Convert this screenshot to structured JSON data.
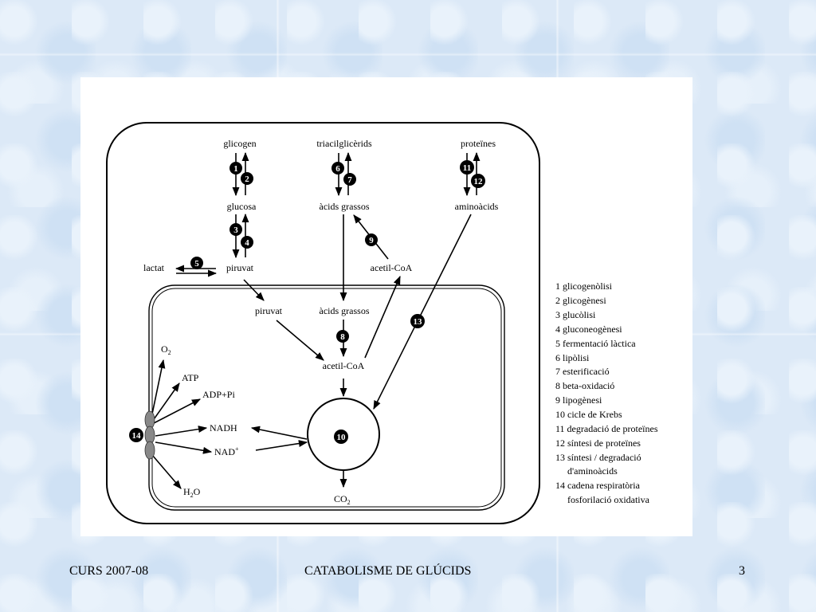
{
  "footer": {
    "left": "CURS 2007-08",
    "center": "CATABOLISME DE GLÚCIDS",
    "page": "3"
  },
  "diagram": {
    "labels": {
      "glicogen": "glicogen",
      "triacilglicerids": "triacilglicèrids",
      "proteines": "proteïnes",
      "glucosa": "glucosa",
      "acids_grassos_top": "àcids grassos",
      "aminoacids": "aminoàcids",
      "lactat": "lactat",
      "piruvat_top": "piruvat",
      "acetil_coa_top": "acetil-CoA",
      "piruvat_mito": "piruvat",
      "acids_grassos_mito": "àcids grassos",
      "acetil_coa_mito": "acetil-CoA",
      "o2": "O",
      "o2_sub": "2",
      "atp": "ATP",
      "adp_pi": "ADP+Pi",
      "nadh": "NADH",
      "nad": "NAD",
      "nad_sup": "+",
      "h2o_h": "H",
      "h2o_sub": "2",
      "h2o_o": "O",
      "co2": "CO",
      "co2_sub": "2"
    },
    "steps": [
      "1",
      "2",
      "3",
      "4",
      "5",
      "6",
      "7",
      "8",
      "9",
      "10",
      "11",
      "12",
      "13",
      "14"
    ],
    "legend": [
      "1 glicogenòlisi",
      "2 glicogènesi",
      "3 glucòlisi",
      "4 gluconeogènesi",
      "5 fermentació làctica",
      "6 lipòlisi",
      "7 esterificació",
      "8 beta-oxidació",
      "9 lipogènesi",
      "10 cicle de Krebs",
      "11 degradació de proteïnes",
      "12 síntesi de proteïnes",
      "13 síntesi / degradació",
      "d'aminoàcids",
      "14 cadena respiratòria",
      "fosforilació oxidativa"
    ]
  }
}
